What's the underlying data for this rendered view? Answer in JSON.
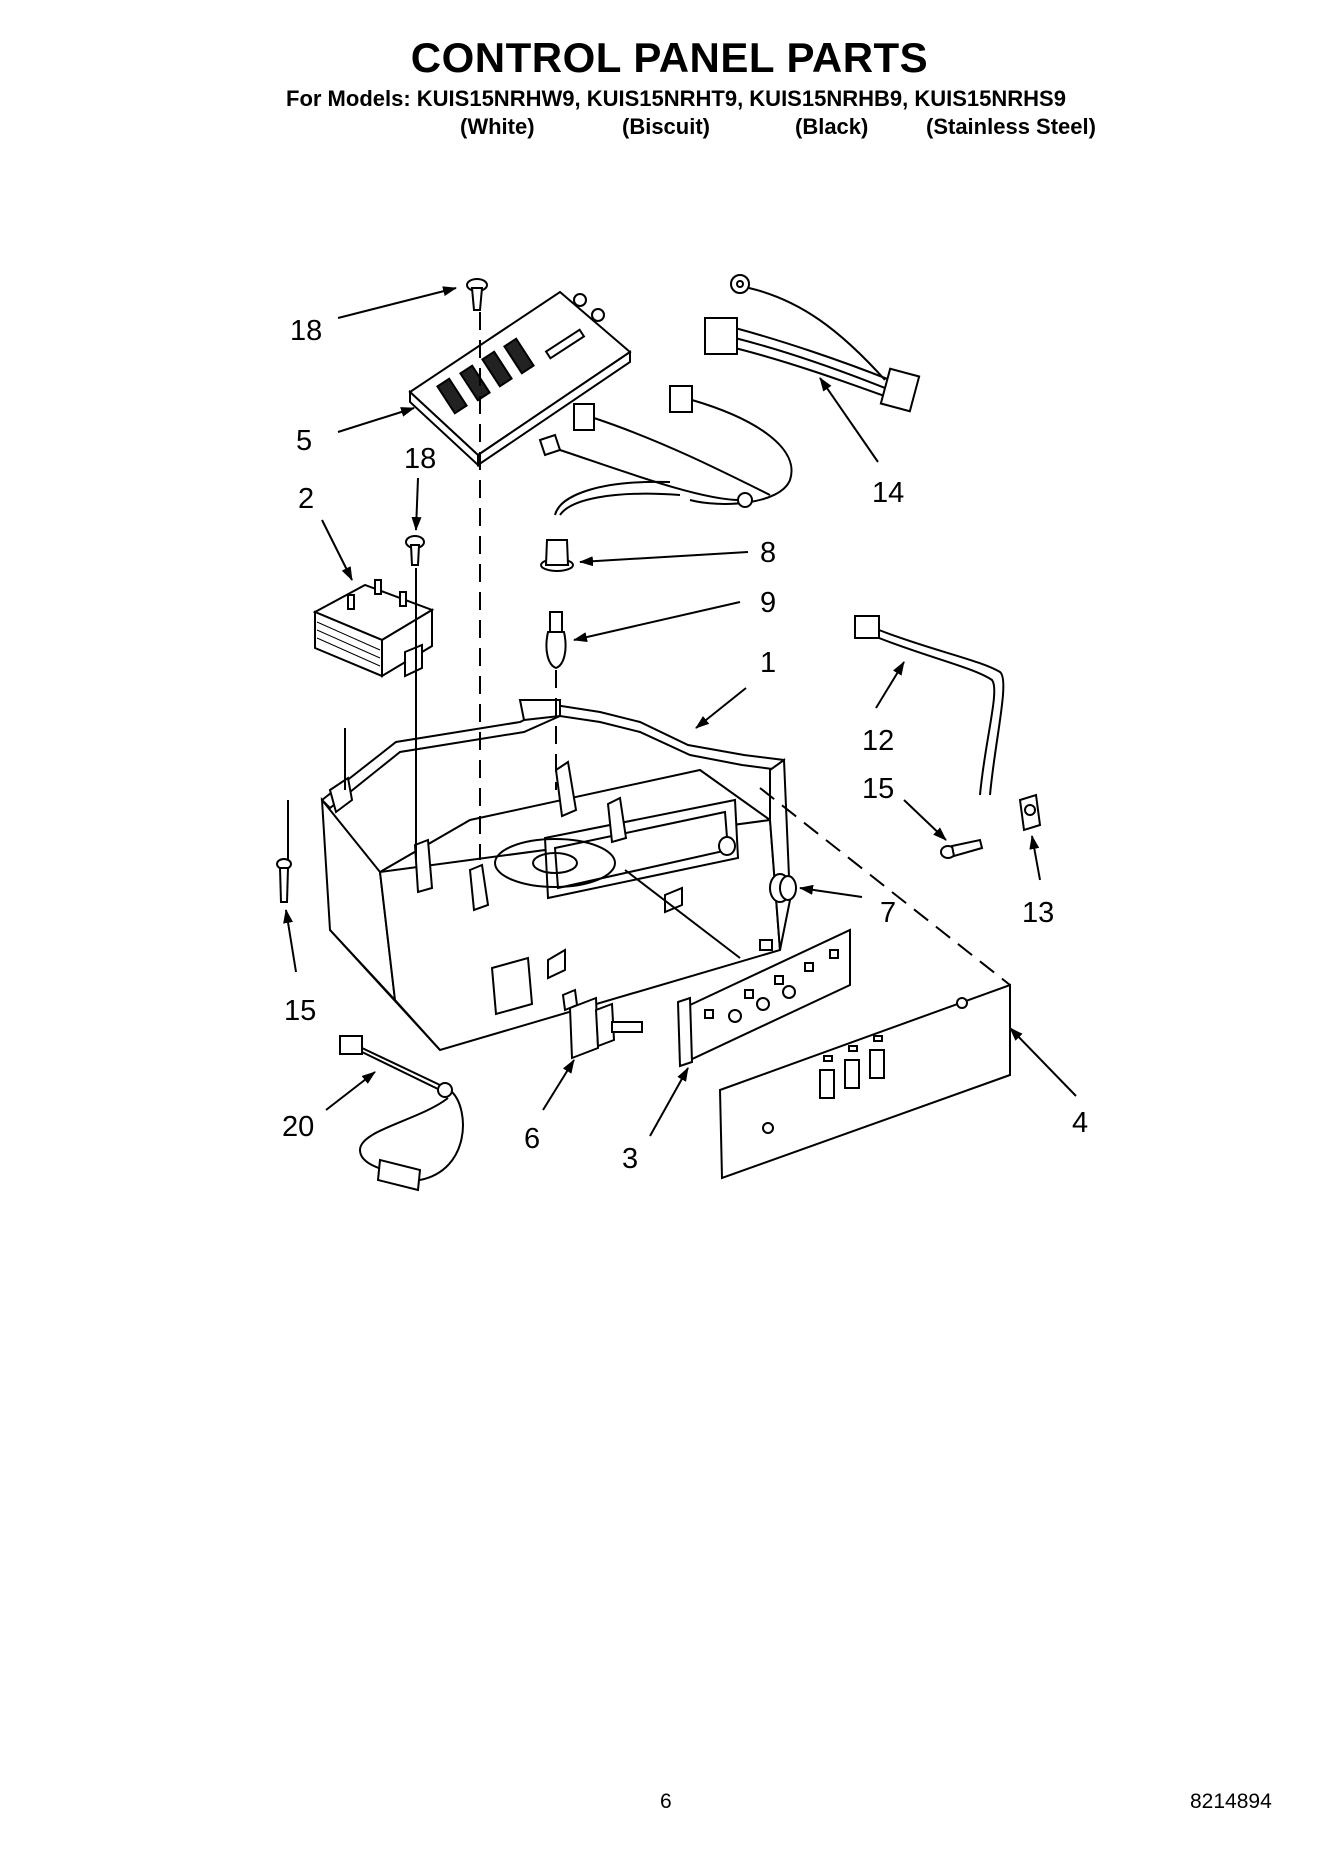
{
  "header": {
    "title": "CONTROL PANEL PARTS",
    "models_line": "For Models: KUIS15NRHW9, KUIS15NRHT9, KUIS15NRHB9, KUIS15NRHS9",
    "variants": [
      "(White)",
      "(Biscuit)",
      "(Black)",
      "(Stainless Steel)"
    ]
  },
  "callouts": [
    "18",
    "5",
    "18",
    "2",
    "14",
    "8",
    "9",
    "1",
    "12",
    "15",
    "13",
    "7",
    "15",
    "20",
    "6",
    "3",
    "4"
  ],
  "footer": {
    "page_number": "6",
    "document_number": "8214894"
  }
}
